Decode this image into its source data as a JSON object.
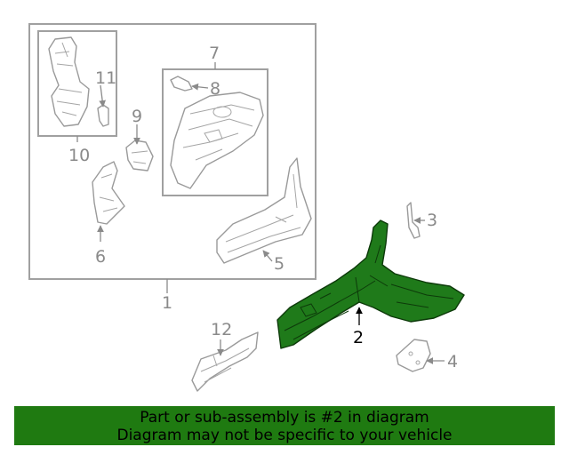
{
  "callouts": {
    "c1": "1",
    "c2": "2",
    "c3": "3",
    "c4": "4",
    "c5": "5",
    "c6": "6",
    "c7": "7",
    "c8": "8",
    "c9": "9",
    "c10": "10",
    "c11": "11",
    "c12": "12"
  },
  "highlight": {
    "part_number": "2",
    "color": "#1f7a11"
  },
  "banner": {
    "line1": "Part or sub-assembly is #2 in diagram",
    "line2": "Diagram may not be specific to your vehicle"
  }
}
